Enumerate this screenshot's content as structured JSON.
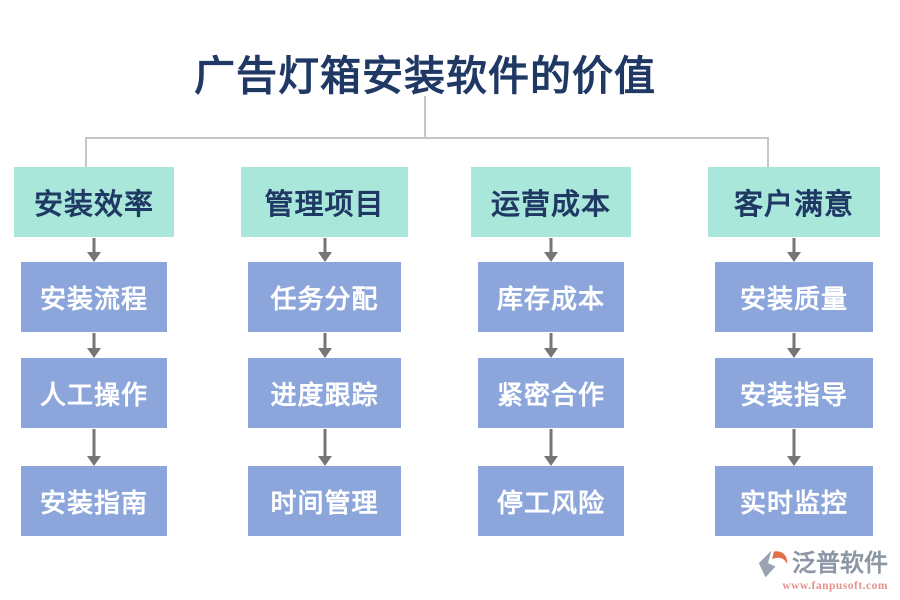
{
  "title": "广告灯箱安装软件的价值",
  "columns": [
    {
      "header": "安装效率",
      "items": [
        "安装流程",
        "人工操作",
        "安装指南"
      ]
    },
    {
      "header": "管理项目",
      "items": [
        "任务分配",
        "进度跟踪",
        "时间管理"
      ]
    },
    {
      "header": "运营成本",
      "items": [
        "库存成本",
        "紧密合作",
        "停工风险"
      ]
    },
    {
      "header": "客户满意",
      "items": [
        "安装质量",
        "安装指导",
        "实时监控"
      ]
    }
  ],
  "footer": {
    "brand": "泛普软件",
    "website": "www.fanpusoft.com"
  },
  "colors": {
    "header_bg": "#a8e7da",
    "item_bg": "#8ca6db",
    "title_text": "#1f3864",
    "item_text": "#ffffff",
    "arrow": "#767676",
    "connector_line": "#c6c6c6",
    "brand_text": "#8d96a4",
    "brand_accent": "#e2714b",
    "website_text": "#e5938a"
  }
}
